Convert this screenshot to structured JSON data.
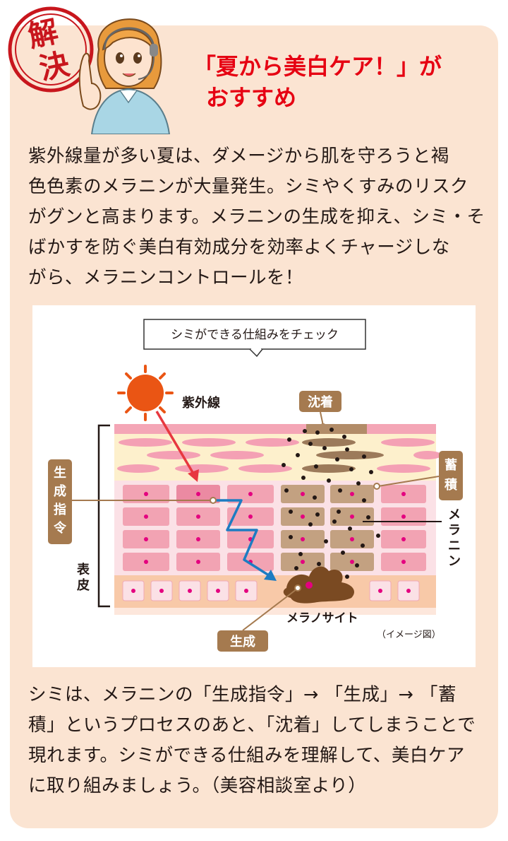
{
  "stamp": {
    "chars": [
      "解",
      "決"
    ]
  },
  "headline": {
    "line1": "「夏から美白ケア！」が",
    "line2": "おすすめ"
  },
  "intro": {
    "lines": [
      "紫外線量が多い夏は、ダメージから肌を守ろうと褐",
      "色色素のメラニンが大量発生。シミやくすみのリスク",
      "がグンと高まります。メラニンの生成を抑え、シミ・そ",
      "ばかすを防ぐ美白有効成分を効率よくチャージしな",
      "がら、メラニンコントロールを！"
    ]
  },
  "diagram": {
    "callout": "シミができる仕組みをチェック",
    "uv_label": "紫外線",
    "label_chinchaku": "沈着",
    "label_chikuseki": "蓄積",
    "label_seisei_shirei": "生成指令",
    "label_seisei": "生成",
    "label_hyouhi": "表皮",
    "label_melanin": "メラニン",
    "label_melanocyte": "メラノサイト",
    "caption": "（イメージ図）",
    "colors": {
      "label_bg": "#a57a4f",
      "sun": "#ea5514",
      "arrow": "#1d7cc2",
      "dot": "#231815"
    }
  },
  "summary": {
    "lines": [
      "シミは、メラニンの「生成指令」→ 「生成」→ 「蓄",
      "積」というプロセスのあと、「沈着」してしまうことで",
      "現れます。シミができる仕組みを理解して、美白ケア",
      "に取り組みましょう。（美容相談室より）"
    ]
  }
}
